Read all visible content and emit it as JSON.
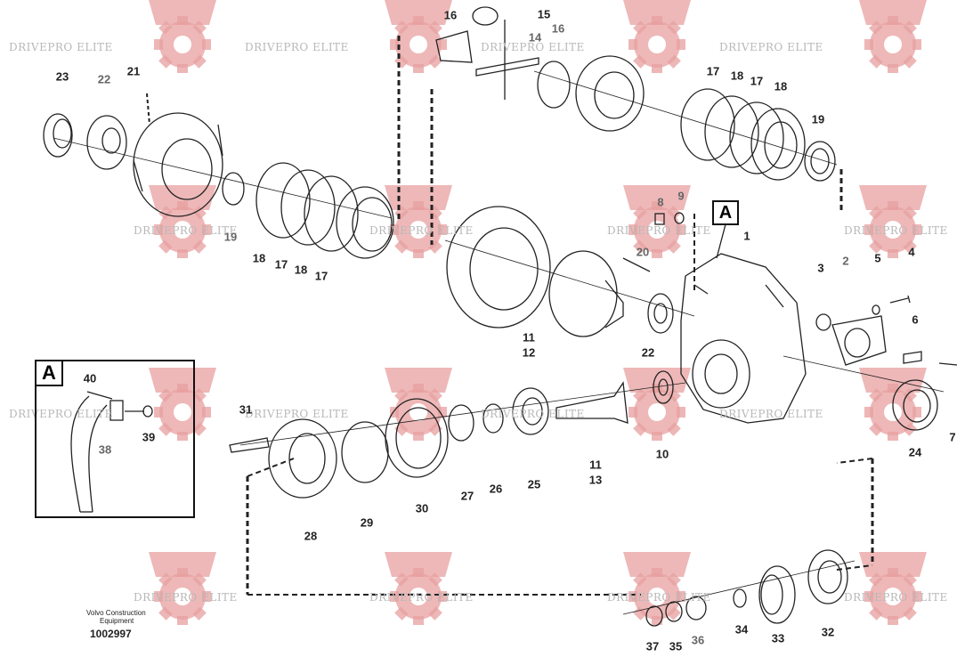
{
  "watermark": {
    "text": "DRIVEPRO ELITE",
    "color": "#e87a7a"
  },
  "callouts": [
    "1",
    "2",
    "3",
    "4",
    "5",
    "6",
    "7",
    "8",
    "9",
    "10",
    "11",
    "12",
    "13",
    "14",
    "15",
    "16",
    "17",
    "18",
    "19",
    "20",
    "21",
    "22",
    "23",
    "24",
    "25",
    "26",
    "27",
    "28",
    "29",
    "30",
    "31",
    "33",
    "32",
    "34",
    "35",
    "36",
    "37",
    "38",
    "39",
    "40"
  ],
  "view_label": "A",
  "inset_label": "A",
  "brand_line1": "Volvo Construction",
  "brand_line2": "Equipment",
  "figure_number": "1002997"
}
